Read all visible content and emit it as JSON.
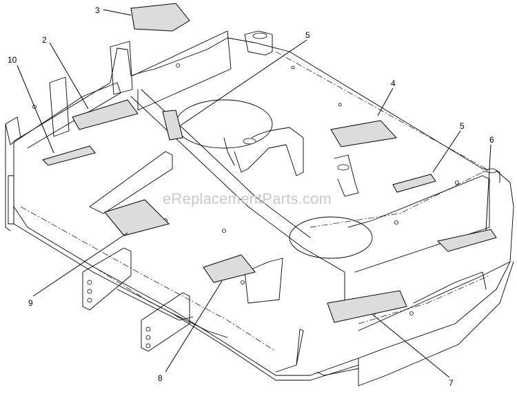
{
  "watermark": "eReplacementParts.com",
  "callouts": [
    {
      "id": "callout-3",
      "label": "3"
    },
    {
      "id": "callout-2",
      "label": "2"
    },
    {
      "id": "callout-10",
      "label": "10"
    },
    {
      "id": "callout-5a",
      "label": "5"
    },
    {
      "id": "callout-4",
      "label": "4"
    },
    {
      "id": "callout-5b",
      "label": "5"
    },
    {
      "id": "callout-6",
      "label": "6"
    },
    {
      "id": "callout-9",
      "label": "9"
    },
    {
      "id": "callout-8",
      "label": "8"
    },
    {
      "id": "callout-7",
      "label": "7"
    }
  ]
}
